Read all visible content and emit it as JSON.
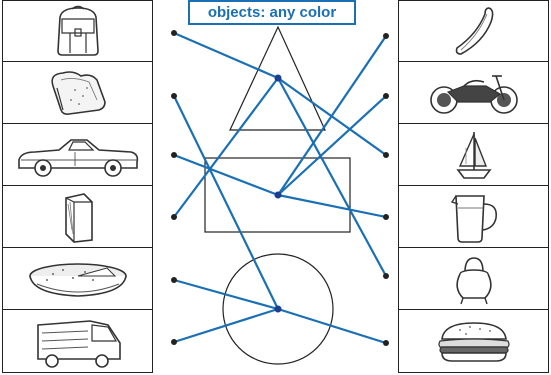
{
  "title": "objects: any color",
  "left_objects": [
    "backpack-icon",
    "toast-icon",
    "car-icon",
    "box-icon",
    "pie-icon",
    "truck-icon"
  ],
  "right_objects": [
    "banana-icon",
    "motorcycle-icon",
    "sailboat-icon",
    "pitcher-icon",
    "pot-icon",
    "burger-icon"
  ],
  "shapes": [
    "triangle",
    "rectangle",
    "circle"
  ],
  "colors": {
    "line": "#1a6fb5",
    "ink": "#222222",
    "title": "#1a6fb5"
  }
}
